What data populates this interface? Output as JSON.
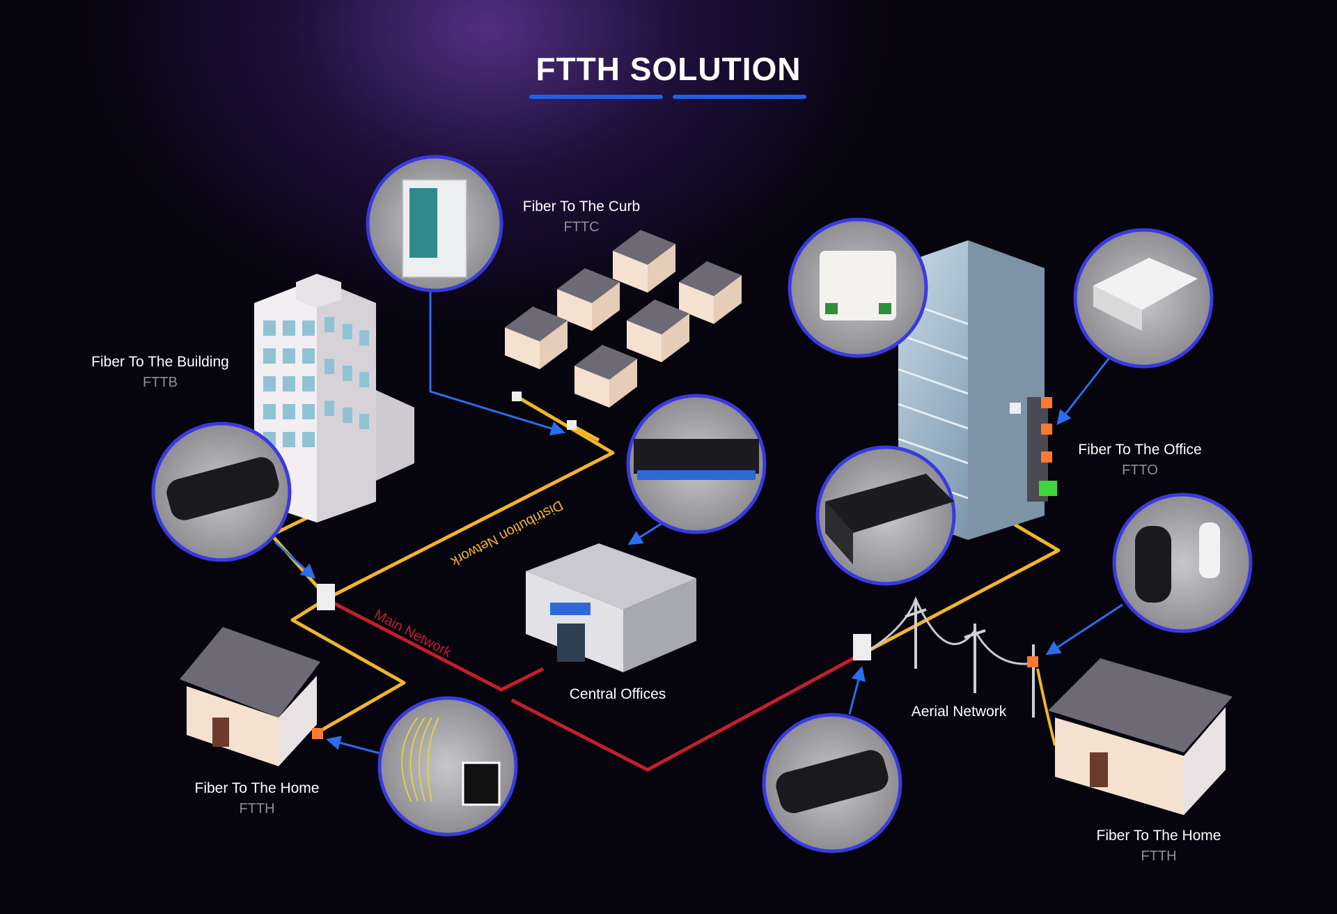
{
  "title": "FTTH SOLUTION",
  "labels": {
    "fttb": {
      "title": "Fiber To The Building",
      "sub": "FTTB"
    },
    "fttc": {
      "title": "Fiber To The Curb",
      "sub": "FTTC"
    },
    "ftto": {
      "title": "Fiber To The Office",
      "sub": "FTTO"
    },
    "ftth_left": {
      "title": "Fiber To The Home",
      "sub": "FTTH"
    },
    "ftth_right": {
      "title": "Fiber To The Home",
      "sub": "FTTH"
    },
    "central_offices": "Central Offices",
    "aerial_network": "Aerial Network",
    "main_network": "Main Network",
    "distribution_network": "Distribution Network"
  },
  "colors": {
    "background": "#06040d",
    "glow": "#5f3796",
    "main_network": "#c41e2e",
    "distribution_network": "#f2b52a",
    "pointer_arrow": "#2a6ef0",
    "circle_ring": "#3a3ae0",
    "title_underline": "#1f5fe8"
  },
  "equipment_icons": [
    "fiber-distribution-cabinet-icon",
    "fiber-splice-closure-icon",
    "rack-mount-odf-icon",
    "wall-mount-terminal-box-icon",
    "outdoor-distribution-box-icon",
    "patch-panel-drawer-icon",
    "dome-closure-icon",
    "plc-splitter-icon",
    "aerial-splice-closure-icon"
  ]
}
